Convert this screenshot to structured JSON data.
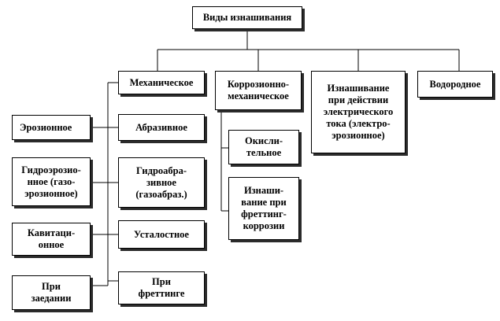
{
  "diagram": {
    "root": "Виды изнашивания",
    "top_level": [
      "Механическое",
      "Коррозионно-\nмеханическое",
      "Изнашивание\nпри действии\nэлектрического\nтока (электро-\nэрозионное)",
      "Водородное"
    ],
    "mechanical_children": [
      "Абразивное",
      "Гидроабра-\nзивное\n(газоабраз.)",
      "Усталостное",
      "При\nфреттинге"
    ],
    "mechanical_left_children": [
      "Эрозионное",
      "Гидроэрозио-\nнное (газо-\nэрозионное)",
      "Кавитаци-\nонное",
      "При\nзаедании"
    ],
    "corrosion_children": [
      "Окисли-\nтельное",
      "Изнаши-\nвание при\nфреттинг-\nкоррозии"
    ]
  }
}
